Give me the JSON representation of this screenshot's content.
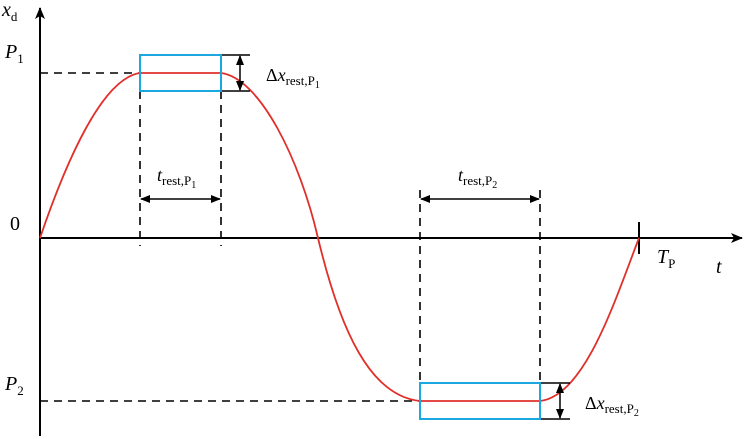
{
  "labels": {
    "y_axis": {
      "base": "x",
      "sub": "d"
    },
    "x_axis": "t",
    "p1": {
      "base": "P",
      "sub": "1"
    },
    "p2": {
      "base": "P",
      "sub": "2"
    },
    "zero": "0",
    "tp": {
      "base": "T",
      "sub": "P"
    },
    "t_rest_p1": {
      "base": "t",
      "sub": "rest,P",
      "subsub": "1"
    },
    "t_rest_p2": {
      "base": "t",
      "sub": "rest,P",
      "subsub": "2"
    },
    "dx_rest_p1": {
      "delta": "Δ",
      "base": "x",
      "sub": "rest,P",
      "subsub": "1"
    },
    "dx_rest_p2": {
      "delta": "Δ",
      "base": "x",
      "sub": "rest,P",
      "subsub": "2"
    }
  },
  "colors": {
    "trajectory": "#e0302a",
    "rest_box": "#1ba8e0",
    "axes": "#000000"
  }
}
